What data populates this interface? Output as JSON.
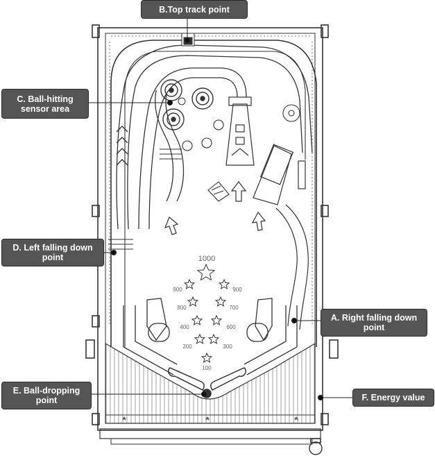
{
  "callouts": {
    "top_track": "B.Top track point",
    "ball_hitting": [
      "C. Ball-hitting",
      "sensor area"
    ],
    "left_falling": [
      "D. Left falling down",
      "point"
    ],
    "right_falling": [
      "A. Right falling down",
      "point"
    ],
    "ball_dropping": [
      "E. Ball-dropping",
      "point"
    ],
    "energy_value": "F. Energy value"
  },
  "score_labels": {
    "top": "1000",
    "left": [
      "900",
      "800",
      "400",
      "200"
    ],
    "right": [
      "900",
      "700",
      "600",
      "300"
    ],
    "bottom": "100"
  },
  "colors": {
    "callout_bg": "#555555",
    "callout_text": "#ffffff",
    "line": "#333333",
    "background": "#ffffff"
  }
}
